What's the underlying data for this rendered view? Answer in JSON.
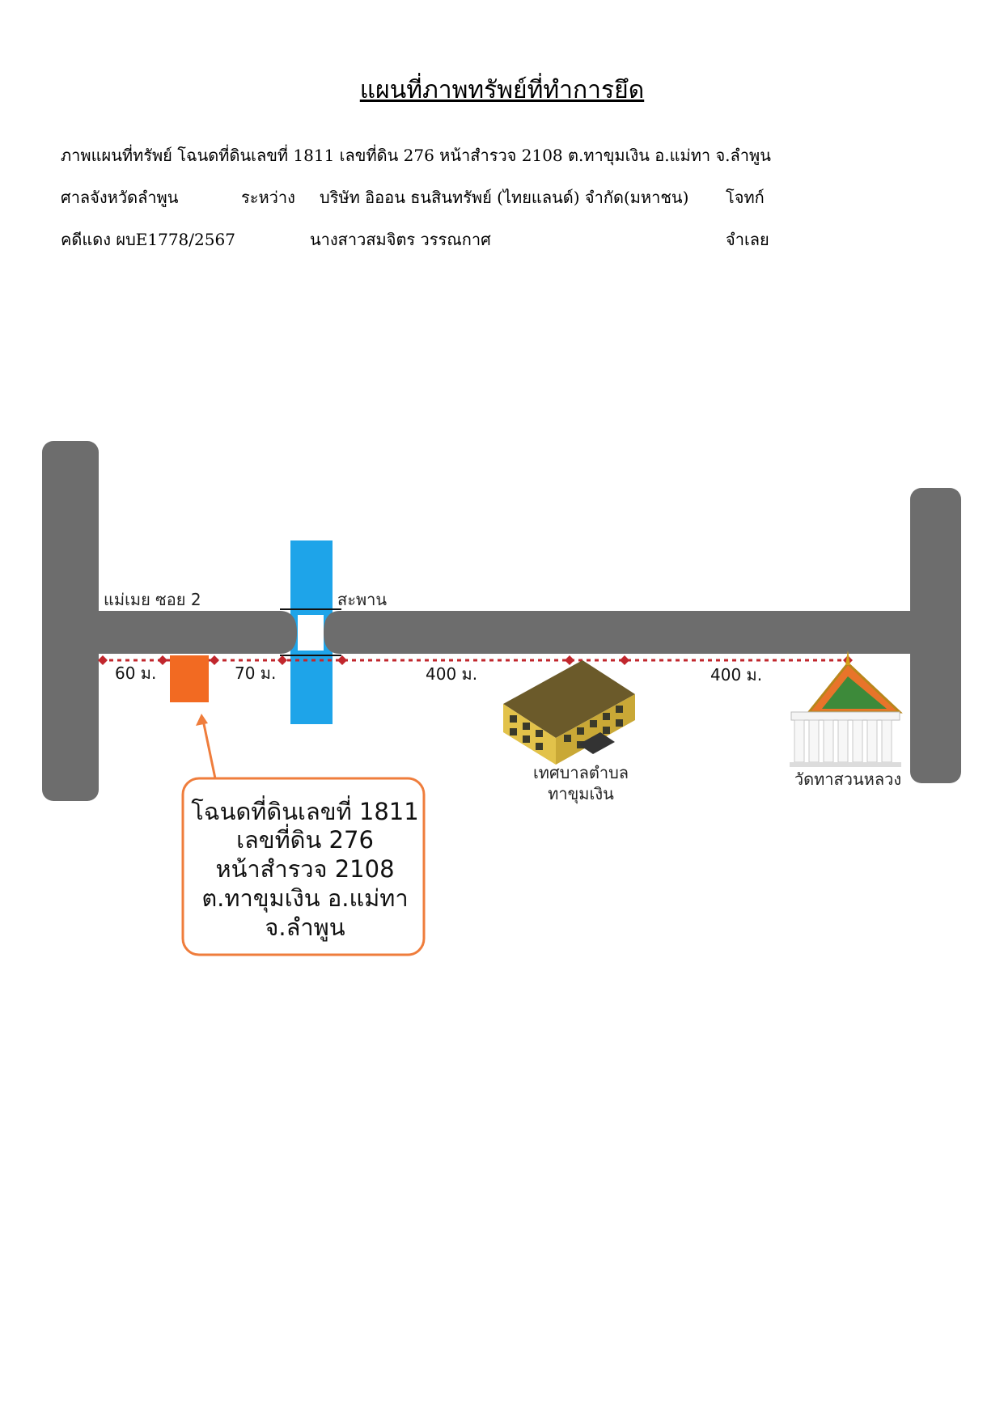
{
  "header": {
    "title": "แผนที่ภาพทรัพย์ที่ทำการยึด",
    "line1": "ภาพแผนที่ทรัพย์    โฉนดที่ดินเลขที่ 1811 เลขที่ดิน 276 หน้าสำรวจ 2108 ต.ทาขุมเงิน อ.แม่ทา จ.ลำพูน",
    "court": "ศาลจังหวัดลำพูน",
    "between": "ระหว่าง",
    "plaintiff_name": "บริษัท อิออน ธนสินทรัพย์ (ไทยแลนด์) จำกัด(มหาชน)",
    "plaintiff_role": "โจทก์",
    "case_no": "คดีแดง ผบE1778/2567",
    "defendant_name": "นางสาวสมจิตร วรรณกาศ",
    "defendant_role": "จำเลย"
  },
  "map": {
    "road_label": "แม่เมย ซอย 2",
    "bridge_label": "สะพาน",
    "distances": [
      "60 ม.",
      "70 ม.",
      "400 ม.",
      "400 ม."
    ],
    "municipality_label": [
      "เทศบาลตำบล",
      "ทาขุมเงิน"
    ],
    "temple_label": "วัดทาสวนหลวง",
    "callout": [
      "โฉนดที่ดินเลขที่ 1811",
      "เลขที่ดิน 276",
      "หน้าสำรวจ 2108",
      "ต.ทาขุมเงิน อ.แม่ทา",
      "จ.ลำพูน"
    ],
    "colors": {
      "road": "#6d6d6d",
      "river": "#1ea4e9",
      "plot": "#f26a22",
      "dotted_line": "#c1272d",
      "callout_border": "#ef7d3c"
    }
  }
}
